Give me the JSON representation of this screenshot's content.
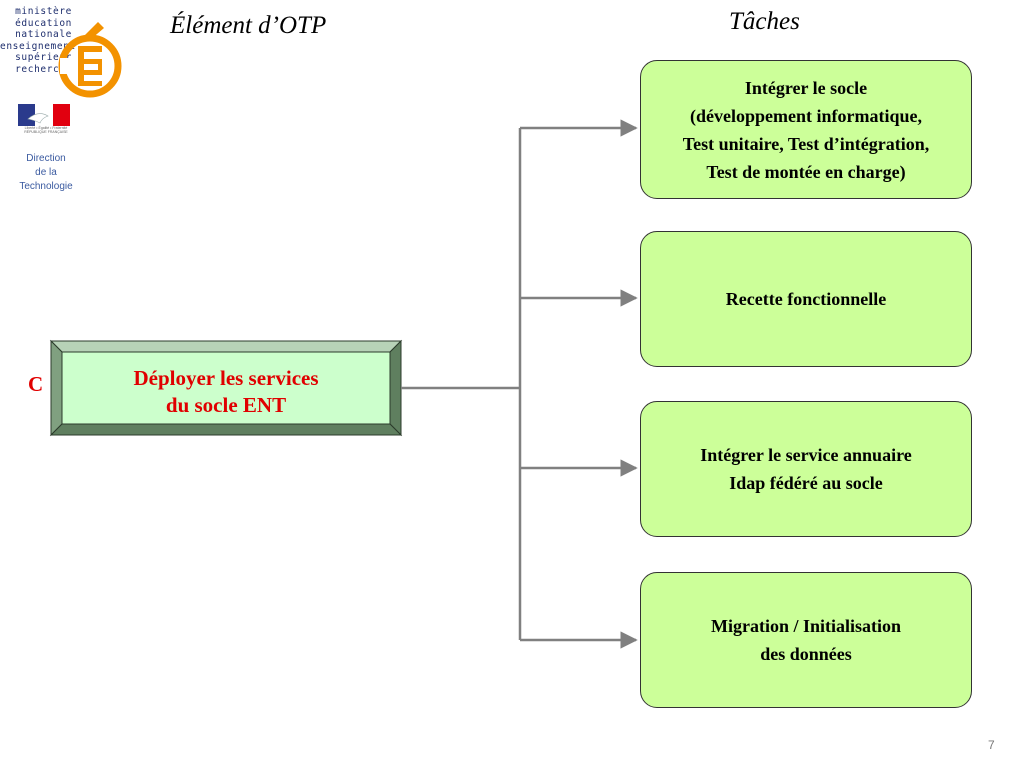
{
  "logo": {
    "lines": [
      "ministère",
      "éducation",
      "nationale",
      "enseignement",
      "supérieur",
      "recherche"
    ],
    "e_letter": "É",
    "rf_caption": "Liberté • Égalité • Fraternité RÉPUBLIQUE FRANÇAISE",
    "direction": [
      "Direction",
      "de la",
      "Technologie"
    ]
  },
  "headers": {
    "otp": "Élément d’OTP",
    "taches": "Tâches"
  },
  "main": {
    "letter": "C",
    "lines": [
      "Déployer les services",
      "du socle ENT"
    ]
  },
  "tasks": [
    {
      "lines": [
        "Intégrer le socle",
        "(développement informatique,",
        "Test unitaire, Test d’intégration,",
        "Test de montée en charge)"
      ]
    },
    {
      "lines": [
        "Recette fonctionnelle"
      ]
    },
    {
      "lines": [
        "Intégrer le service annuaire",
        "Idap fédéré au socle"
      ]
    },
    {
      "lines": [
        "Migration / Initialisation",
        "des données"
      ]
    }
  ],
  "page_number": "7",
  "colors": {
    "task_fill": "#ccff99",
    "main_face": "#ccffcc",
    "bevel_dark": "#5f7f5f",
    "bevel_mid": "#80a080",
    "bevel_light": "#b7d2b7",
    "accent_red": "#e00000",
    "logo_orange": "#f39200",
    "logo_blue": "#1f2f6e",
    "connector": "#808080"
  }
}
